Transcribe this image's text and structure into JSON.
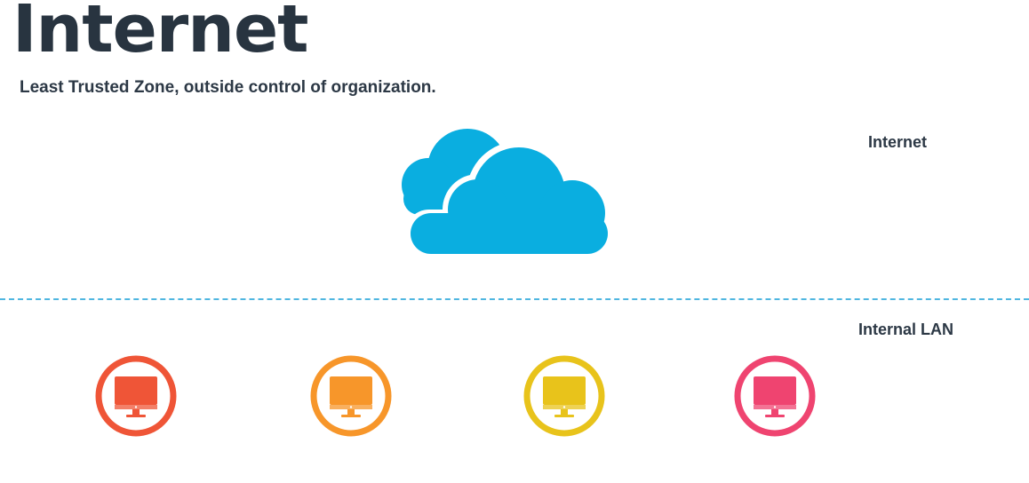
{
  "slide": {
    "title": "Internet",
    "subtitle": "Least Trusted Zone, outside control of organization."
  },
  "zones": {
    "internet_label": "Internet",
    "lan_label": "Internal LAN"
  },
  "colors": {
    "title": "#283440",
    "cloud": "#0aaee0",
    "divider": "#4fb6e0",
    "label": "#2c3845"
  },
  "cloud_icon": "cloud-icon",
  "hosts": [
    {
      "icon": "monitor-icon",
      "color": "#ef5537"
    },
    {
      "icon": "monitor-icon",
      "color": "#f7962a"
    },
    {
      "icon": "monitor-icon",
      "color": "#e8c31b"
    },
    {
      "icon": "monitor-icon",
      "color": "#ef4470"
    }
  ]
}
